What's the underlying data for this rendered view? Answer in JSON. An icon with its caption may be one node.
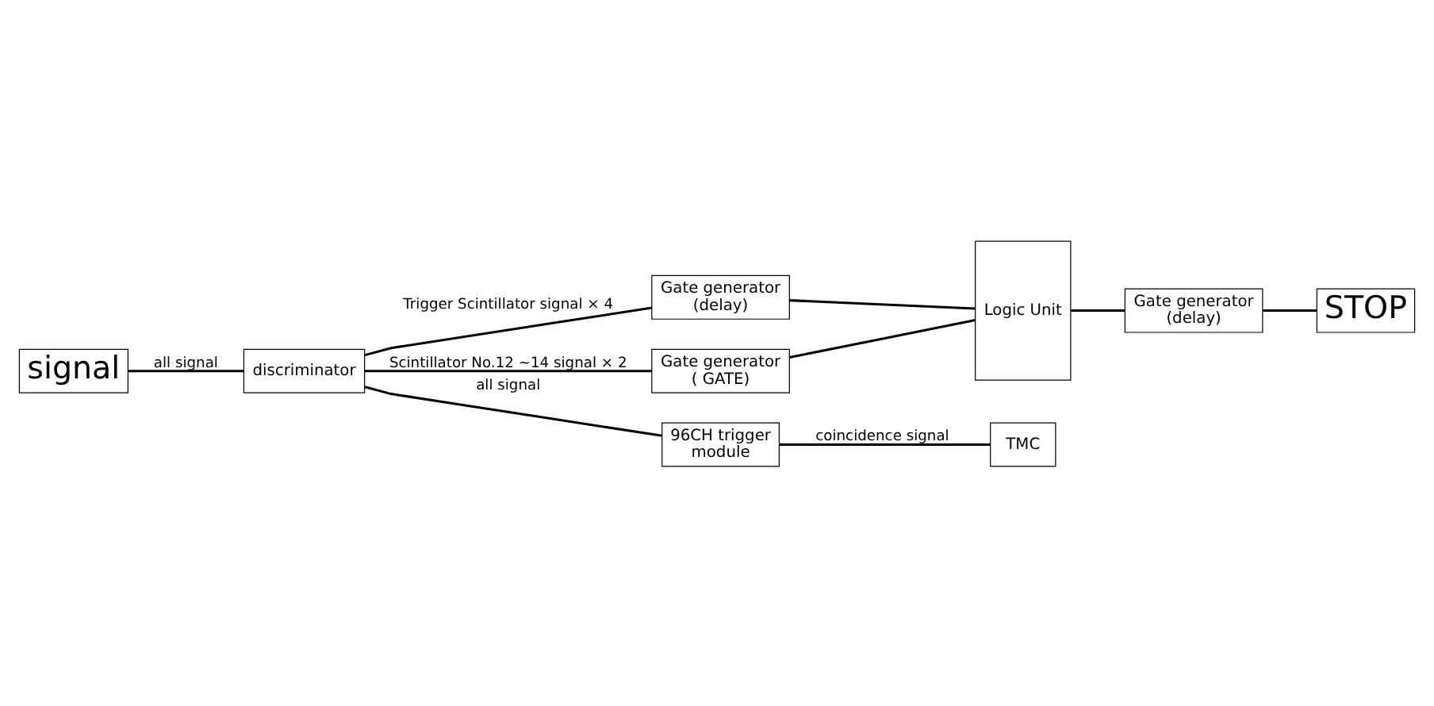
{
  "diagram": {
    "nodes": [
      {
        "text": [
          "signal"
        ]
      },
      {
        "text": [
          "discriminator"
        ]
      },
      {
        "text": [
          "Gate generator",
          "(delay)"
        ]
      },
      {
        "text": [
          "Gate generator",
          "( GATE)"
        ]
      },
      {
        "text": [
          "96CH trigger",
          "module"
        ]
      },
      {
        "text": [
          "Logic Unit"
        ]
      },
      {
        "text": [
          "TMC"
        ]
      },
      {
        "text": [
          "Gate generator",
          "(delay)"
        ]
      },
      {
        "text": [
          "STOP"
        ]
      }
    ],
    "edges": [
      {
        "from": 0,
        "to": 1,
        "arrow": "none",
        "label": "all signal"
      },
      {
        "from": 1,
        "to": 2,
        "arrow": "none",
        "label": "Trigger Scintillator signal × 4"
      },
      {
        "from": 1,
        "to": 3,
        "arrow": "none",
        "label": "Scintillator No.12 ~14 signal × 2"
      },
      {
        "from": 1,
        "to": 4,
        "arrow": "none",
        "label": "all signal"
      },
      {
        "from": 2,
        "to": 5,
        "arrow": "none"
      },
      {
        "from": 3,
        "to": 5,
        "arrow": "none"
      },
      {
        "from": 4,
        "to": 6,
        "arrow": "none",
        "label": "coincidence signal"
      },
      {
        "from": 5,
        "to": 7,
        "arrow": "none"
      },
      {
        "from": 7,
        "to": 8,
        "arrow": "none"
      }
    ]
  }
}
